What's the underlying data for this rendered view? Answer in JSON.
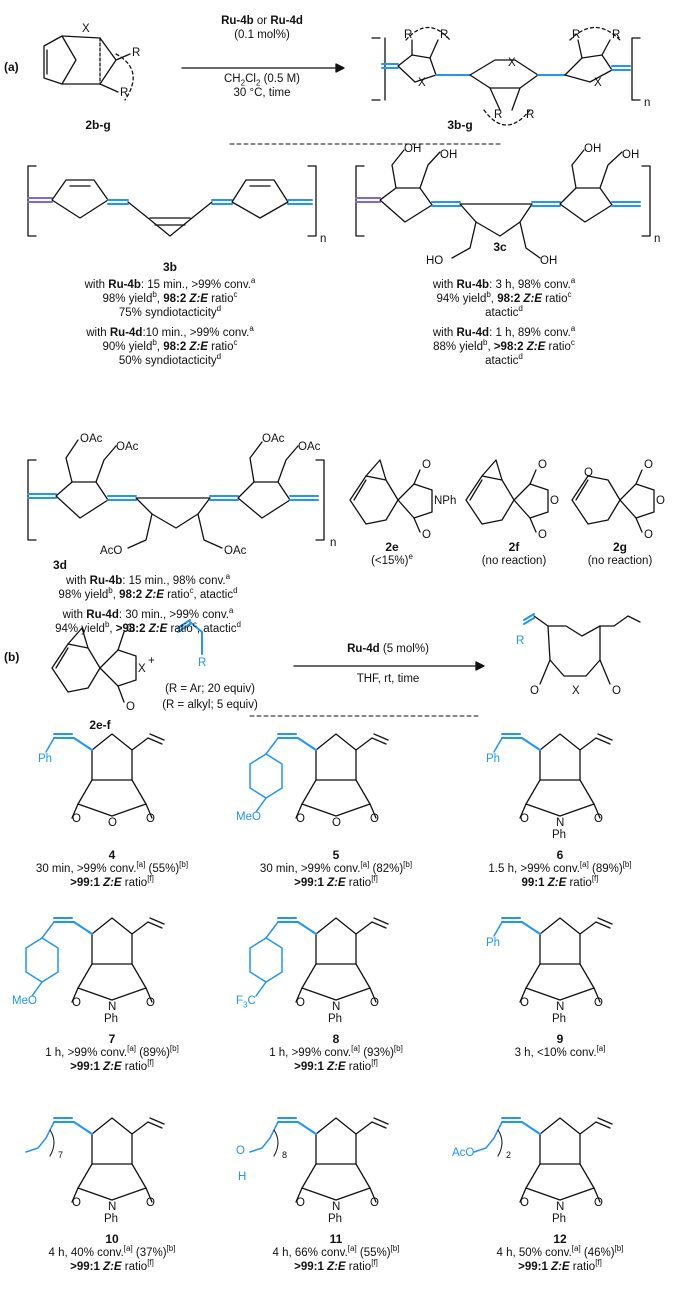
{
  "part_a": {
    "tag": "(a)",
    "reactant_label": "2b-g",
    "reactant_atom": "X",
    "reactant_substituent": "R",
    "catalyst_a": "Ru-4b",
    "or_word": " or ",
    "catalyst_b": "Ru-4d",
    "loading": "(0.1 mol%)",
    "solvent": "CH2Cl2 (0.5 M)",
    "solvent_main": "CH",
    "solvent_sub1": "2",
    "solvent_mid": "Cl",
    "solvent_sub2": "2",
    "solvent_tail": " (0.5 M)",
    "conditions": "30 °C, time",
    "product_label": "3b-g",
    "repeat": "n"
  },
  "polymers": {
    "p3b": {
      "label": "3b",
      "repeat": "n",
      "line1_pre": "with ",
      "line1_cat": "Ru-4b",
      "line1_post": ": 15 min., >99% conv.",
      "line1_sup": "a",
      "line2_pre": "98% yield",
      "line2_sup1": "b",
      "line2_mid": ", ",
      "line2_bold": "98:2 ",
      "line2_ze": "Z:E",
      "line2_post": " ratio",
      "line2_sup2": "c",
      "line3": "75% syndiotacticity",
      "line3_sup": "d",
      "line4_pre": "with ",
      "line4_cat": "Ru-4d",
      "line4_post": ":10 min., >99% conv.",
      "line4_sup": "a",
      "line5_pre": "90% yield",
      "line5_sup1": "b",
      "line5_mid": ", ",
      "line5_bold": "98:2 ",
      "line5_ze": "Z:E",
      "line5_post": " ratio",
      "line5_sup2": "c",
      "line6": "50% syndiotacticity",
      "line6_sup": "d"
    },
    "p3c": {
      "label": "3c",
      "repeat": "n",
      "oh": "OH",
      "ho": "HO",
      "line1_pre": "with ",
      "line1_cat": "Ru-4b",
      "line1_post": ": 3 h, 98% conv.",
      "line1_sup": "a",
      "line2_pre": "94% yield",
      "line2_sup1": "b",
      "line2_mid": ", ",
      "line2_bold": "98:2 ",
      "line2_ze": "Z:E",
      "line2_post": " ratio",
      "line2_sup2": "c",
      "line3": "atactic",
      "line3_sup": "d",
      "line4_pre": "with ",
      "line4_cat": "Ru-4d",
      "line4_post": ": 1 h, 89% conv.",
      "line4_sup": "a",
      "line5_pre": "88% yield",
      "line5_sup1": "b",
      "line5_mid": ", ",
      "line5_bold": ">98:2 ",
      "line5_ze": "Z:E",
      "line5_post": " ratio",
      "line5_sup2": "c",
      "line6": "atactic",
      "line6_sup": "d"
    },
    "p3d": {
      "label": "3d",
      "repeat": "n",
      "oac": "OAc",
      "aco": "AcO",
      "line1_pre": "with ",
      "line1_cat": "Ru-4b",
      "line1_post": ": 15 min., 98% conv.",
      "line1_sup": "a",
      "line2_pre": "98% yield",
      "line2_sup1": "b",
      "line2_mid": ", ",
      "line2_bold": "98:2 ",
      "line2_ze": "Z:E",
      "line2_post": " ratio",
      "line2_sup2": "c",
      "line2_tail": ", atactic",
      "line2_sup3": "d",
      "line4_pre": "with ",
      "line4_cat": "Ru-4d",
      "line4_post": ": 30 min., >99% conv.",
      "line4_sup": "a",
      "line5_pre": "94% yield",
      "line5_sup1": "b",
      "line5_mid": ", ",
      "line5_bold": ">98:2 ",
      "line5_ze": "Z:E",
      "line5_post": " ratio",
      "line5_sup2": "c",
      "line5_tail": ", atactic",
      "line5_sup3": "d"
    }
  },
  "monomers": {
    "m2e": {
      "label": "2e",
      "note": "(<15%)",
      "note_sup": "e",
      "o": "O",
      "nph": "NPh"
    },
    "m2f": {
      "label": "2f",
      "note": "(no reaction)",
      "o": "O"
    },
    "m2g": {
      "label": "2g",
      "note": "(no reaction)",
      "o": "O"
    }
  },
  "part_b": {
    "tag": "(b)",
    "reactant_label": "2e-f",
    "plus": "+",
    "atom_o": "O",
    "atom_x": "X",
    "olefin_r": "R",
    "equiv1": "(R = Ar; 20 equiv)",
    "equiv2": "(R = alkyl; 5 equiv)",
    "catalyst": "Ru-4d",
    "loading": " (5 mol%)",
    "conditions": "THF, rt, time"
  },
  "products": [
    {
      "label": "4",
      "sub": "Ph",
      "ring": "O",
      "cond_pre": "30 min, >99% conv.",
      "sup1": "[a]",
      "yield": " (55%)",
      "sup2": "[b]",
      "sel_bold": ">99:1 ",
      "ze": "Z:E",
      "sel_post": " ratio",
      "sup3": "[f]"
    },
    {
      "label": "5",
      "sub": "MeO",
      "ring": "O",
      "cond_pre": "30 min, >99% conv.",
      "sup1": "[a]",
      "yield": " (82%)",
      "sup2": "[b]",
      "sel_bold": ">99:1 ",
      "ze": "Z:E",
      "sel_post": " ratio",
      "sup3": "[f]"
    },
    {
      "label": "6",
      "sub": "Ph",
      "ring": "N",
      "ring_sub": "Ph",
      "cond_pre": "1.5 h, >99% conv.",
      "sup1": "[a]",
      "yield": " (89%)",
      "sup2": "[b]",
      "sel_bold": "99:1 ",
      "ze": "Z:E",
      "sel_post": " ratio",
      "sup3": "[f]"
    },
    {
      "label": "7",
      "sub": "MeO",
      "ring": "N",
      "ring_sub": "Ph",
      "cond_pre": "1 h, >99% conv.",
      "sup1": "[a]",
      "yield": " (89%)",
      "sup2": "[b]",
      "sel_bold": ">99:1 ",
      "ze": "Z:E",
      "sel_post": " ratio",
      "sup3": "[f]"
    },
    {
      "label": "8",
      "sub": "F3C",
      "sub_f": "F",
      "sub_3": "3",
      "sub_c": "C",
      "ring": "N",
      "ring_sub": "Ph",
      "cond_pre": "1 h, >99% conv.",
      "sup1": "[a]",
      "yield": " (93%)",
      "sup2": "[b]",
      "sel_bold": ">99:1 ",
      "ze": "Z:E",
      "sel_post": " ratio",
      "sup3": "[f]"
    },
    {
      "label": "9",
      "sub": "Ph",
      "ring": "N",
      "ring_sub": "Ph",
      "cond_pre": "3 h, <10% conv.",
      "sup1": "[a]"
    },
    {
      "label": "10",
      "sub_index": "7",
      "ring": "N",
      "ring_sub": "Ph",
      "cond_pre": "4 h, 40% conv.",
      "sup1": "[a]",
      "yield": " (37%)",
      "sup2": "[b]",
      "sel_bold": ">99:1 ",
      "ze": "Z:E",
      "sel_post": " ratio",
      "sup3": "[f]"
    },
    {
      "label": "11",
      "sub_index": "8",
      "sub_o": "O",
      "sub_h": "H",
      "ring": "N",
      "ring_sub": "Ph",
      "cond_pre": "4 h, 66% conv.",
      "sup1": "[a]",
      "yield": " (55%)",
      "sup2": "[b]",
      "sel_bold": ">99:1 ",
      "ze": "Z:E",
      "sel_post": " ratio",
      "sup3": "[f]"
    },
    {
      "label": "12",
      "sub_index": "2",
      "sub_aco": "AcO",
      "ring": "N",
      "ring_sub": "Ph",
      "cond_pre": "4 h, 50% conv.",
      "sup1": "[a]",
      "yield": " (46%)",
      "sup2": "[b]",
      "sel_bold": ">99:1 ",
      "ze": "Z:E",
      "sel_post": " ratio",
      "sup3": "[f]"
    }
  ],
  "colors": {
    "accent": "#2196f3",
    "ink": "#111111",
    "end_group": "#7b6ad6"
  }
}
